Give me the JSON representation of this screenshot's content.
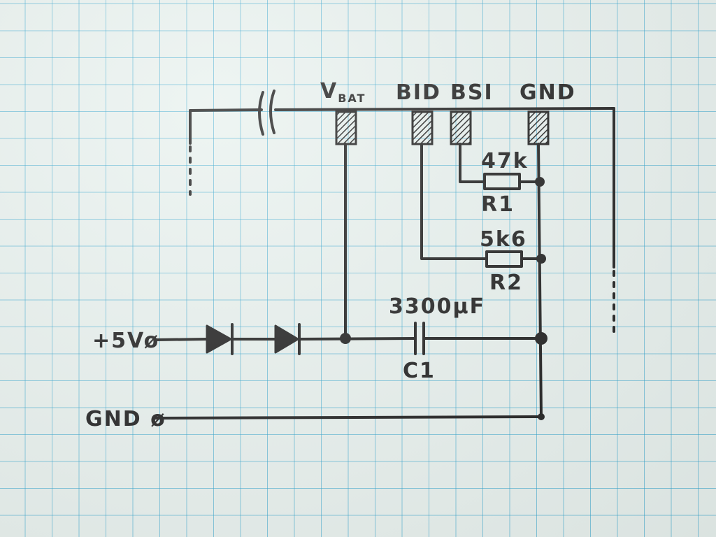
{
  "connector": {
    "pins": [
      {
        "id": "vbat",
        "main": "V",
        "sub": "BAT"
      },
      {
        "id": "bid",
        "main": "BID"
      },
      {
        "id": "bsi",
        "main": "BSI"
      },
      {
        "id": "gnd",
        "main": "GND"
      }
    ]
  },
  "components": {
    "r1": {
      "name": "R1",
      "value": "47k"
    },
    "r2": {
      "name": "R2",
      "value": "5k6"
    },
    "c1": {
      "name": "C1",
      "value": "3300µF"
    }
  },
  "terminals": {
    "plus5v": "+5Vø",
    "gnd": "GND ø"
  }
}
